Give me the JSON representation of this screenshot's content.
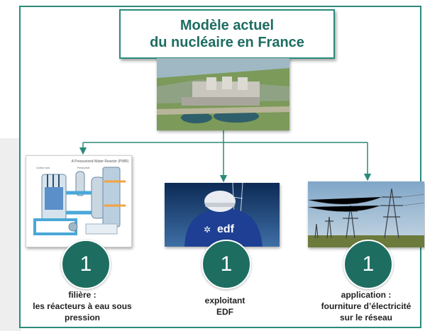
{
  "title": {
    "line1": "Modèle actuel",
    "line2": "du nucléaire en France"
  },
  "diagram_image": {
    "heading": "A Pressurized Water Reactor (PWR)"
  },
  "worker_image": {
    "logo_text": "edf"
  },
  "columns": [
    {
      "number": "1",
      "caption": [
        "filière :",
        "les réacteurs à eau sous",
        "pression"
      ]
    },
    {
      "number": "1",
      "caption": [
        "exploitant",
        "EDF"
      ]
    },
    {
      "number": "1",
      "caption": [
        "application :",
        "fourniture d’électricité",
        "sur le réseau"
      ]
    }
  ],
  "colors": {
    "accent": "#1d6e61",
    "border": "#2a8a7a",
    "arrow": "#2a8a7a"
  }
}
